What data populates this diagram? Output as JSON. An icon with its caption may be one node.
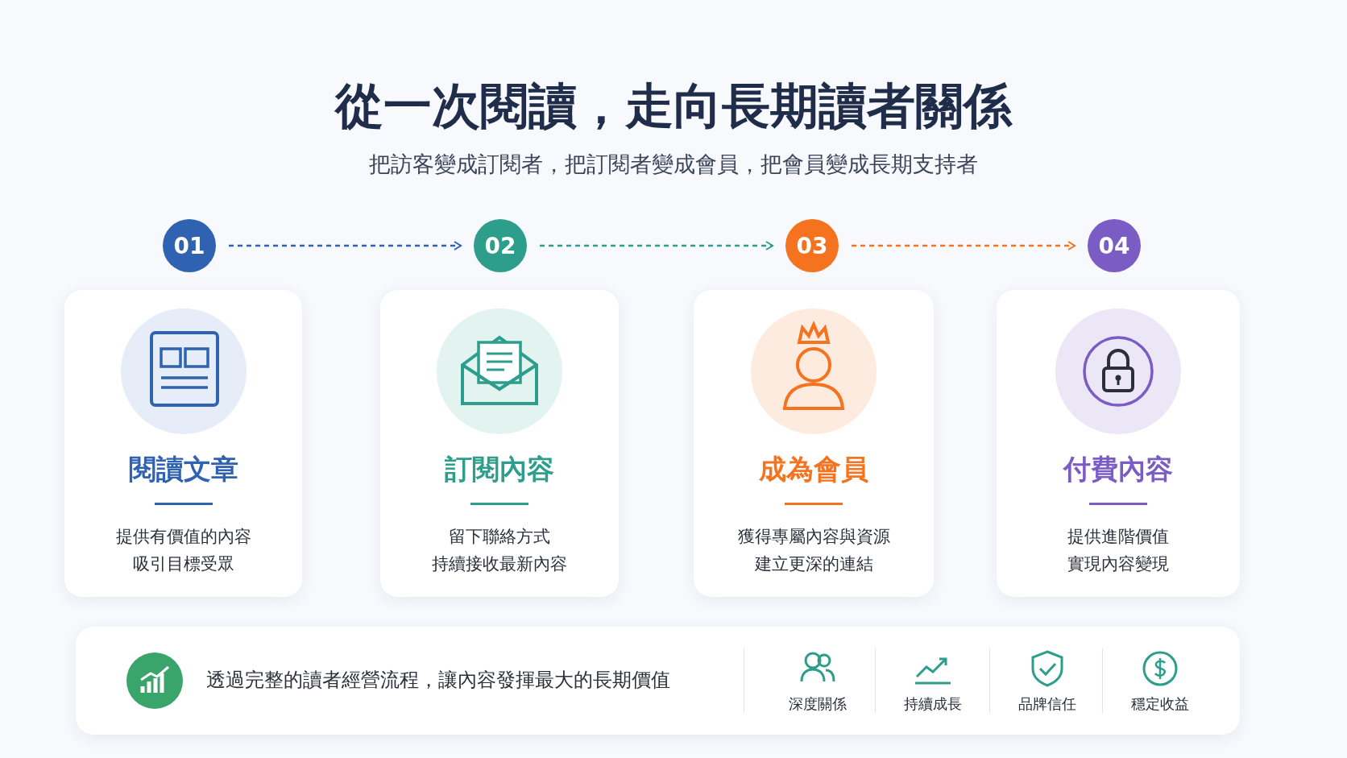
{
  "diagram": {
    "title": "從一次閱讀，走向長期讀者關係",
    "nodes": [
      {
        "text": [
          "01"
        ]
      },
      {
        "text": [
          "02"
        ]
      },
      {
        "text": [
          "03"
        ]
      },
      {
        "text": [
          "04"
        ]
      },
      {
        "text": [
          "閱讀文章",
          "提供有價值的內容",
          "吸引目標受眾"
        ]
      },
      {
        "text": [
          "訂閱內容",
          "留下聯絡方式",
          "持續接收最新內容"
        ]
      },
      {
        "text": [
          "成為會員",
          "獲得專屬內容與資源",
          "建立更深的連結"
        ]
      },
      {
        "text": [
          "付費內容",
          "提供進階價值",
          "實現內容變現"
        ]
      },
      {
        "text": [
          "透過完整的讀者經營流程，讓內容發揮最大的長期價值"
        ]
      }
    ],
    "edges": [
      {
        "from": 0,
        "to": 1,
        "arrow": "to",
        "style": "dashed",
        "color": "#2f62b0"
      },
      {
        "from": 1,
        "to": 2,
        "arrow": "to",
        "style": "dashed",
        "color": "#2e9e8c"
      },
      {
        "from": 2,
        "to": 3,
        "arrow": "to",
        "style": "dashed",
        "color": "#f5721e"
      }
    ],
    "labels": [
      "把訪客變成訂閱者，把訂閱者變成會員，把會員變成長期支持者",
      "深度關係",
      "持續成長",
      "品牌信任",
      "穩定收益"
    ]
  }
}
